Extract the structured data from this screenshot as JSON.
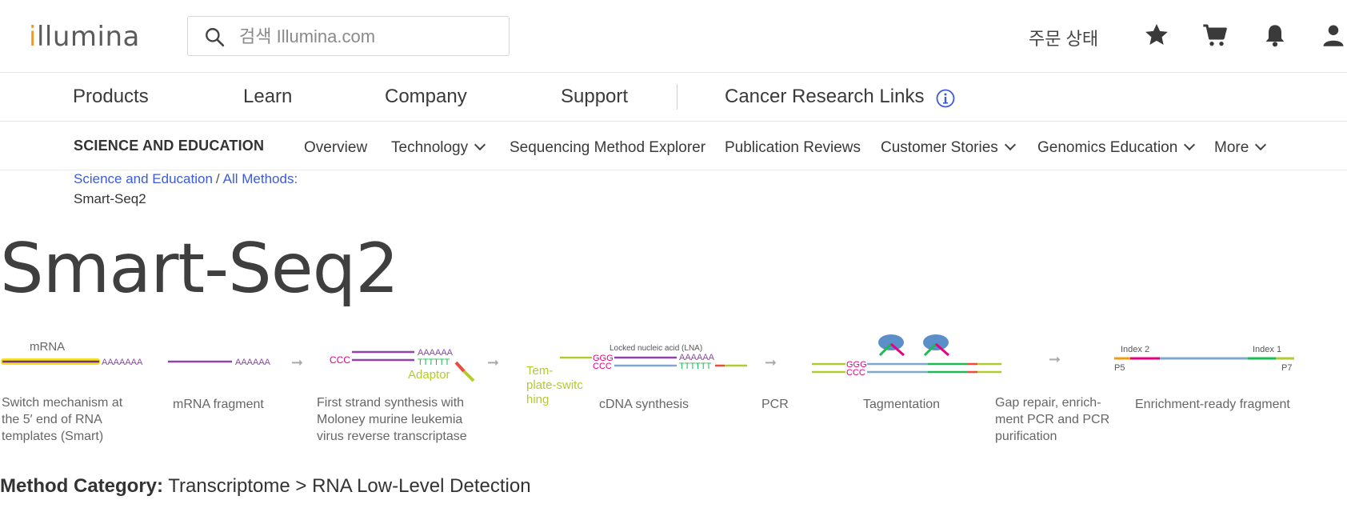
{
  "header": {
    "logo_text": "illumina",
    "search_placeholder": "검색 Illumina.com",
    "order_status": "주문 상태",
    "icons": [
      "search-icon",
      "star-icon",
      "cart-icon",
      "bell-icon",
      "user-icon"
    ]
  },
  "main_nav": {
    "items": [
      "Products",
      "Learn",
      "Company",
      "Support"
    ],
    "cancer_links": "Cancer Research Links"
  },
  "sub_nav": {
    "section_title": "SCIENCE AND EDUCATION",
    "items": [
      {
        "label": "Overview",
        "has_dropdown": false
      },
      {
        "label": "Technology",
        "has_dropdown": true
      },
      {
        "label": "Sequencing Method Explorer",
        "has_dropdown": false
      },
      {
        "label": "Publication Reviews",
        "has_dropdown": false
      },
      {
        "label": "Customer Stories",
        "has_dropdown": true
      },
      {
        "label": "Genomics Education",
        "has_dropdown": true
      },
      {
        "label": "More",
        "has_dropdown": true
      }
    ]
  },
  "breadcrumb": {
    "link1": "Science and Education",
    "link2": "All Methods:",
    "current": "Smart-Seq2"
  },
  "page_title": "Smart-Seq2",
  "diagram": {
    "labels": {
      "mrna": "mRNA",
      "polya7": "AAAAAAA",
      "polya6": "AAAAAA",
      "ccc": "CCC",
      "tttttt": "TTTTTT",
      "adaptor": "Adaptor",
      "ggg": "GGG",
      "lna": "Locked nucleic acid (LNA)",
      "template_switching": [
        "Tem-",
        "plate-switc",
        "hing"
      ],
      "index2": "Index 2",
      "index1": "Index 1",
      "p5": "P5",
      "p7": "P7"
    },
    "captions": {
      "step1": [
        "Switch mechanism at",
        "the 5′ end of RNA",
        "templates (Smart)"
      ],
      "step2": "mRNA fragment",
      "step3": [
        "First strand synthesis with",
        "Moloney murine leukemia",
        "virus reverse transcriptase"
      ],
      "step4": "cDNA synthesis",
      "step5": "PCR",
      "step6": "Tagmentation",
      "step7": [
        "Gap repair, enrich-",
        "ment PCR and PCR",
        "purification"
      ],
      "step8": "Enrichment-ready fragment"
    },
    "colors": {
      "purple": "#8e44ad",
      "green": "#1db954",
      "magenta": "#e6007e",
      "yellowgreen": "#b5c932",
      "blue": "#7fa8c9",
      "gray": "#aaaaaa"
    }
  },
  "method_category": {
    "label": "Method Category:",
    "value": "Transcriptome > RNA Low-Level Detection"
  },
  "colors": {
    "link": "#3b5bd9",
    "logo_accent": "#f39c12",
    "text": "#333333"
  }
}
